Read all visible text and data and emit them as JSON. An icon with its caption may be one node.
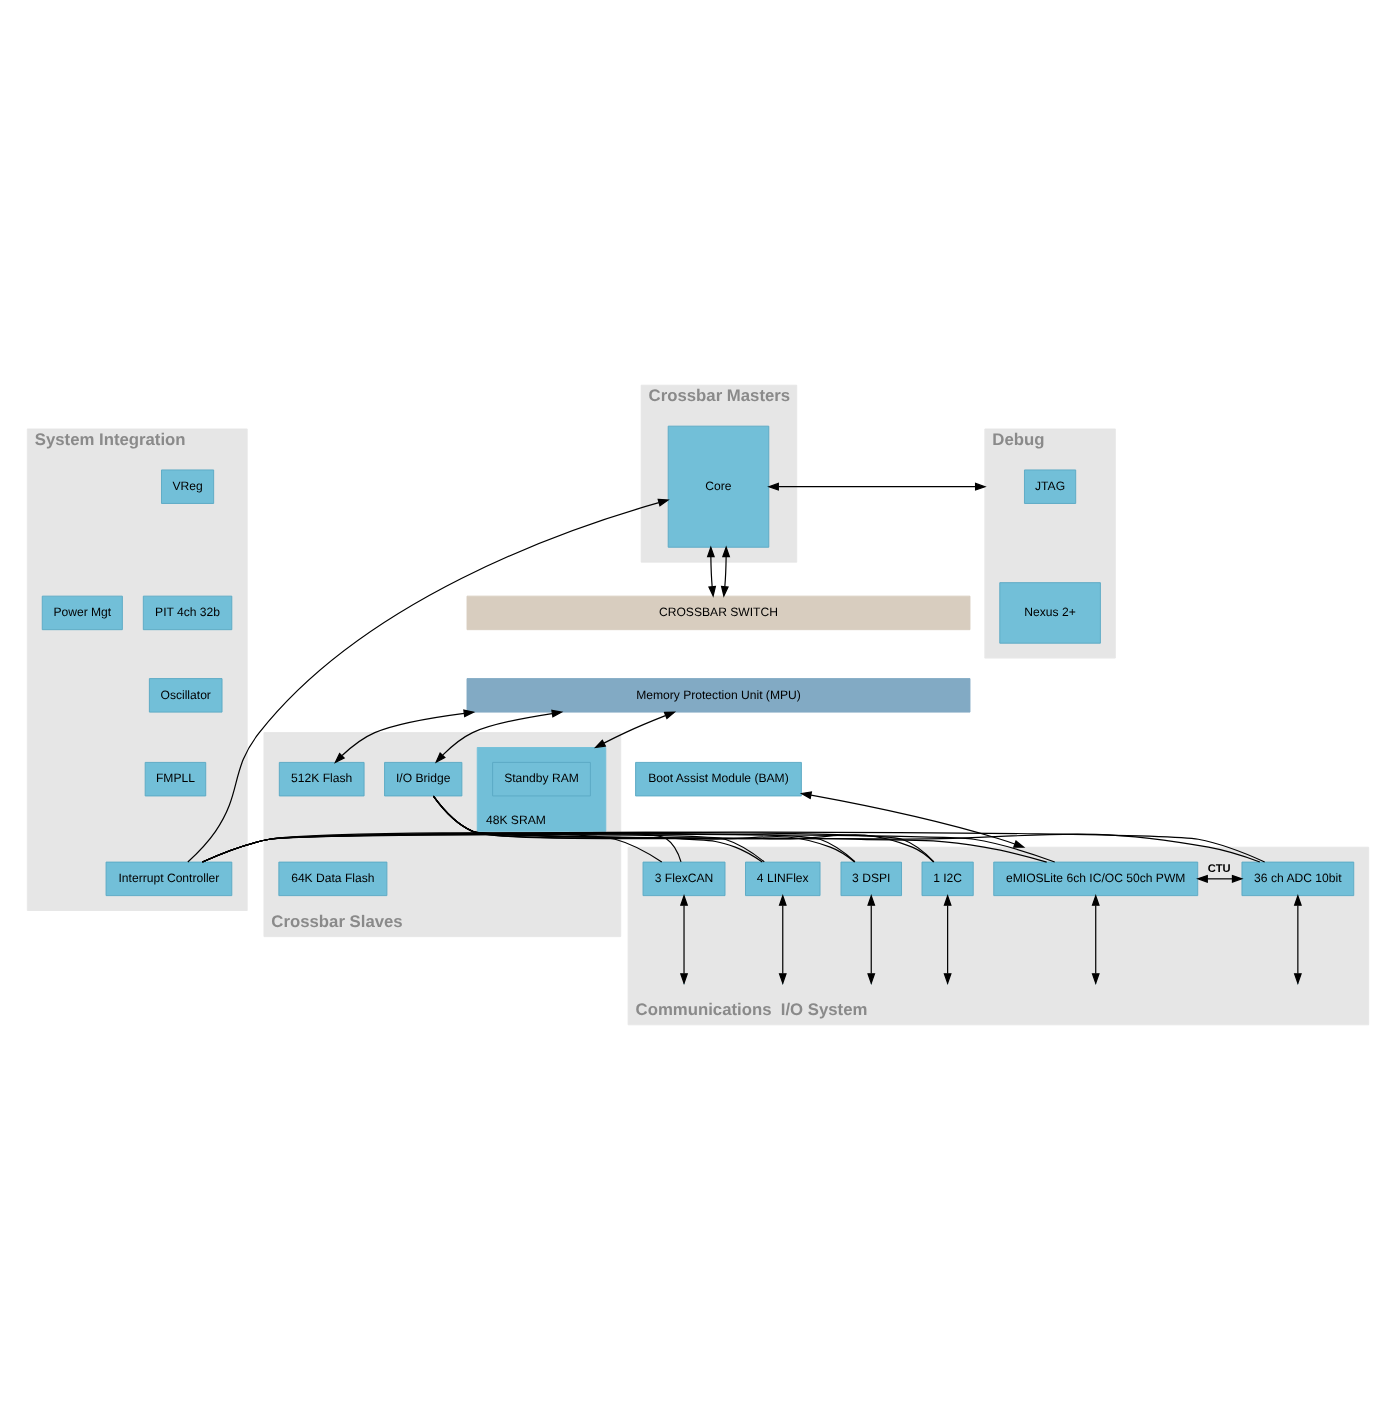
{
  "diagram": {
    "nodes": [
      {
        "text": [
          "System Integration"
        ]
      },
      {
        "text": [
          "VReg"
        ],
        "in": 0
      },
      {
        "text": [
          "PIT 4ch 32b"
        ],
        "in": 0
      },
      {
        "text": [
          "Oscillator"
        ],
        "in": 0
      },
      {
        "text": [
          "FMPLL"
        ],
        "in": 0
      },
      {
        "text": [
          "Interrupt Controller"
        ],
        "in": 0
      },
      {
        "text": [
          "Power Mgt"
        ],
        "in": 0
      },
      {
        "text": [
          "Crossbar Masters"
        ]
      },
      {
        "text": [
          "Core"
        ],
        "in": 7
      },
      {
        "text": [
          "Debug"
        ]
      },
      {
        "text": [
          "JTAG"
        ],
        "in": 9
      },
      {
        "text": [
          "Nexus 2+"
        ],
        "in": 9
      },
      {
        "text": [
          "CROSSBAR SWITCH"
        ]
      },
      {
        "text": [
          "Memory Protection Unit (MPU)"
        ]
      },
      {
        "text": [
          "Crossbar Slaves"
        ]
      },
      {
        "text": [
          "I/O Bridge"
        ],
        "in": 14
      },
      {
        "text": [
          "512K Flash"
        ],
        "in": 14
      },
      {
        "text": [
          "64K Data Flash"
        ],
        "in": 14
      },
      {
        "text": [
          "48K SRAM"
        ],
        "in": 14
      },
      {
        "text": [
          "Standby RAM"
        ],
        "in": 18
      },
      {
        "text": [
          "Boot Assist Module (BAM)"
        ]
      },
      {
        "text": [
          "Communications  I/O System"
        ]
      },
      {
        "text": [
          "eMIOSLite 6ch IC/OC 50ch PWM"
        ],
        "in": 21
      },
      {
        "text": [
          "36 ch ADC 10bit"
        ],
        "in": 21
      },
      {
        "text": [
          "3 FlexCAN"
        ],
        "in": 21
      },
      {
        "text": [
          "4 LINFlex"
        ],
        "in": 21
      },
      {
        "text": [
          "3 DSPI"
        ],
        "in": 21
      },
      {
        "text": [
          "1 I2C"
        ],
        "in": 21
      }
    ],
    "edges": [
      {
        "from": 8,
        "to": 9,
        "arrow": "both"
      },
      {
        "from": 5,
        "to": 8,
        "arrow": "to"
      },
      {
        "from": 8,
        "to": 12,
        "arrow": "both"
      },
      {
        "from": 8,
        "to": 12,
        "arrow": "both"
      },
      {
        "from": 13,
        "to": 15,
        "arrow": "both"
      },
      {
        "from": 13,
        "to": 16,
        "arrow": "both"
      },
      {
        "from": 13,
        "to": 18,
        "arrow": "both"
      },
      {
        "from": 20,
        "to": 21,
        "arrow": "both"
      },
      {
        "from": 15,
        "to": 22,
        "arrow": "none"
      },
      {
        "from": 15,
        "to": 23,
        "arrow": "none"
      },
      {
        "from": 15,
        "to": 24,
        "arrow": "none"
      },
      {
        "from": 15,
        "to": 25,
        "arrow": "none"
      },
      {
        "from": 15,
        "to": 26,
        "arrow": "none"
      },
      {
        "from": 15,
        "to": 27,
        "arrow": "none"
      },
      {
        "from": 5,
        "to": 22,
        "arrow": "none"
      },
      {
        "from": 5,
        "to": 23,
        "arrow": "none"
      },
      {
        "from": 5,
        "to": 24,
        "arrow": "none"
      },
      {
        "from": 5,
        "to": 25,
        "arrow": "none"
      },
      {
        "from": 5,
        "to": 26,
        "arrow": "none"
      },
      {
        "from": 5,
        "to": 27,
        "arrow": "none"
      },
      {
        "from": 22,
        "to": 23,
        "label": "CTU",
        "arrow": "both"
      },
      {
        "from": 22,
        "to": null,
        "arrow": "both"
      },
      {
        "from": 23,
        "to": null,
        "arrow": "both"
      },
      {
        "from": 24,
        "to": null,
        "arrow": "both"
      },
      {
        "from": 25,
        "to": null,
        "arrow": "both"
      },
      {
        "from": 26,
        "to": null,
        "arrow": "both"
      },
      {
        "from": 27,
        "to": null,
        "arrow": "both"
      }
    ]
  }
}
